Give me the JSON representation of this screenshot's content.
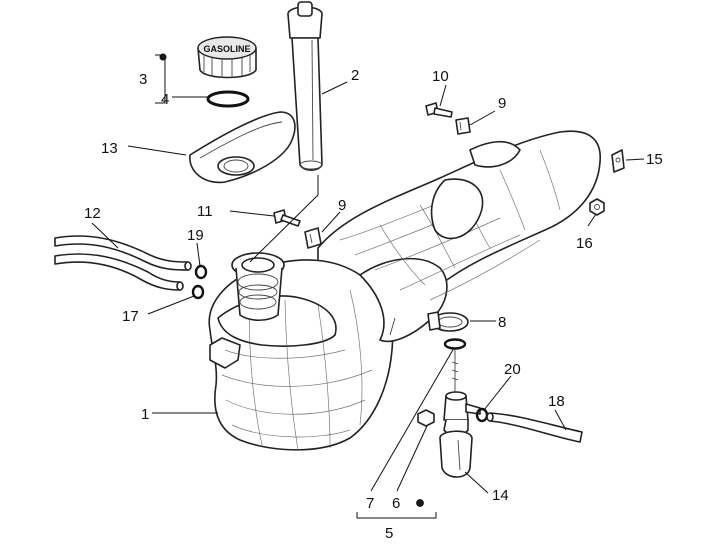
{
  "diagram": {
    "callouts": {
      "c1": "1",
      "c2": "2",
      "c3": "3",
      "c4": "4",
      "c5": "5",
      "c6": "6",
      "c7": "7",
      "c8": "8",
      "c9a": "9",
      "c9b": "9",
      "c10": "10",
      "c11": "11",
      "c12": "12",
      "c13": "13",
      "c14": "14",
      "c15": "15",
      "c16": "16",
      "c17": "17",
      "c18": "18",
      "c19": "19",
      "c20": "20"
    },
    "cap_text": "GASOLINE"
  }
}
